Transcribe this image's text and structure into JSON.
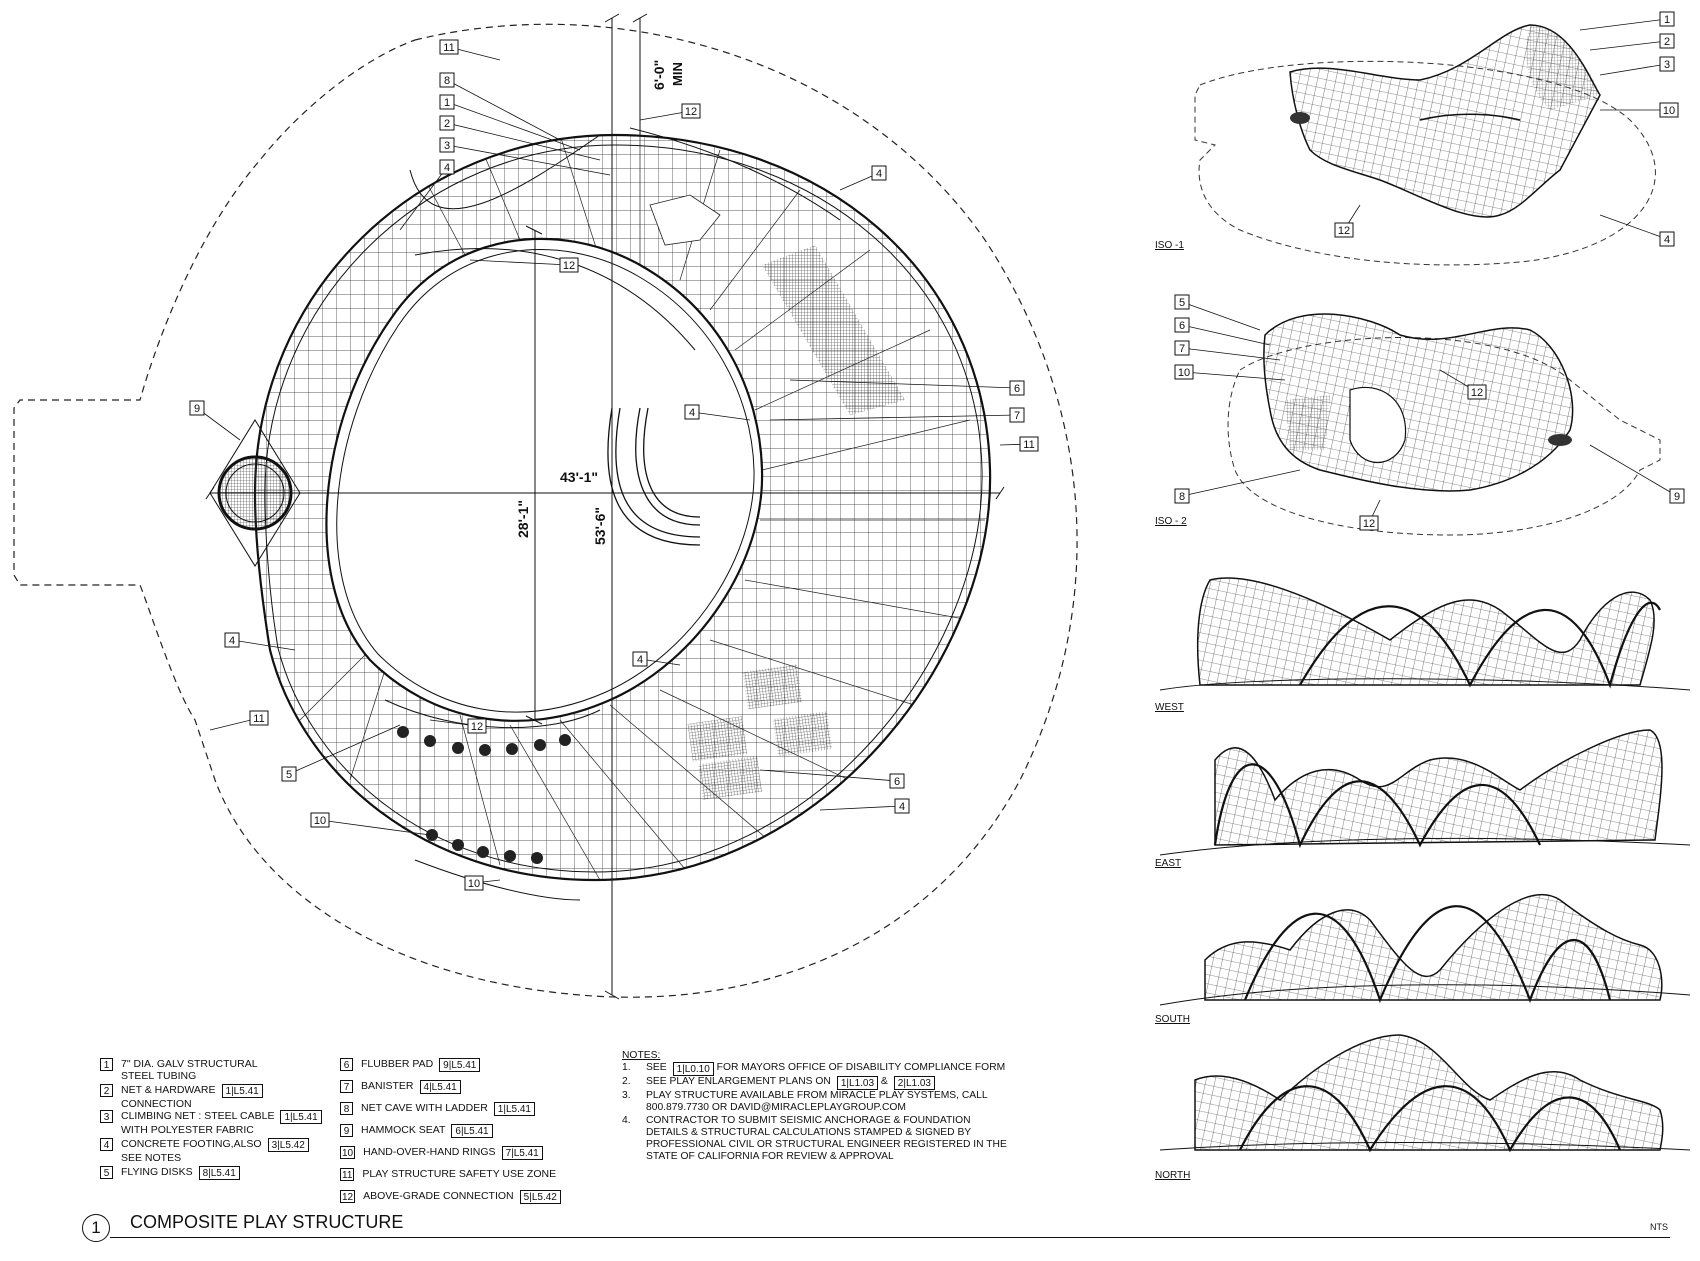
{
  "sheet": {
    "title_number": "1",
    "title": "COMPOSITE PLAY STRUCTURE",
    "scale": "NTS"
  },
  "plan": {
    "dimensions": {
      "top_clearance": "6'-0\"",
      "top_clearance_sub": "MIN",
      "width": "43'-1\"",
      "inner": "28'-1\"",
      "overall": "53'-6\""
    },
    "callouts": [
      "11",
      "8",
      "1",
      "2",
      "3",
      "4",
      "12",
      "4",
      "12",
      "9",
      "4",
      "6",
      "7",
      "11",
      "4",
      "4",
      "11",
      "12",
      "5",
      "6",
      "4",
      "10",
      "10"
    ]
  },
  "views": [
    {
      "label": "ISO -1",
      "callouts": [
        "1",
        "2",
        "3",
        "10",
        "12",
        "4"
      ]
    },
    {
      "label": "ISO - 2",
      "callouts": [
        "5",
        "6",
        "7",
        "10",
        "12",
        "8",
        "12",
        "9"
      ]
    },
    {
      "label": "WEST"
    },
    {
      "label": "EAST"
    },
    {
      "label": "SOUTH"
    },
    {
      "label": "NORTH"
    }
  ],
  "legend": [
    {
      "n": "1",
      "text": "7\" DIA. GALV STRUCTURAL",
      "text2": "STEEL TUBING",
      "ref": ""
    },
    {
      "n": "2",
      "text": "NET & HARDWARE",
      "text2": "CONNECTION",
      "ref": "1|L5.41"
    },
    {
      "n": "3",
      "text": "CLIMBING NET : STEEL CABLE",
      "text2": "WITH POLYESTER FABRIC",
      "ref": "1|L5.41"
    },
    {
      "n": "4",
      "text": "CONCRETE FOOTING,ALSO",
      "text2": "SEE NOTES",
      "ref": "3|L5.42"
    },
    {
      "n": "5",
      "text": "FLYING DISKS",
      "text2": "",
      "ref": "8|L5.41"
    },
    {
      "n": "6",
      "text": "FLUBBER PAD",
      "text2": "",
      "ref": "9|L5.41"
    },
    {
      "n": "7",
      "text": "BANISTER",
      "text2": "",
      "ref": "4|L5.41"
    },
    {
      "n": "8",
      "text": "NET CAVE WITH LADDER",
      "text2": "",
      "ref": "1|L5.41"
    },
    {
      "n": "9",
      "text": "HAMMOCK SEAT",
      "text2": "",
      "ref": "6|L5.41"
    },
    {
      "n": "10",
      "text": "HAND-OVER-HAND RINGS",
      "text2": "",
      "ref": "7|L5.41"
    },
    {
      "n": "11",
      "text": "PLAY STRUCTURE SAFETY USE ZONE",
      "text2": "",
      "ref": ""
    },
    {
      "n": "12",
      "text": "ABOVE-GRADE CONNECTION",
      "text2": "",
      "ref": "5|L5.42"
    }
  ],
  "notes": {
    "heading": "NOTES:",
    "n1": {
      "num": "1.",
      "a": "SEE",
      "ref1": "1|L0.10",
      "b": "FOR MAYORS OFFICE OF DISABILITY COMPLIANCE FORM"
    },
    "n2": {
      "num": "2.",
      "a": "SEE PLAY ENLARGEMENT PLANS ON",
      "ref1": "1|L1.03",
      "b": "&",
      "ref2": "2|L1.03"
    },
    "n3": {
      "num": "3.",
      "l1": "PLAY STRUCTURE AVAILABLE FROM  MIRACLE PLAY SYSTEMS,  CALL",
      "l2": "800.879.7730 OR DAVID@MIRACLEPLAYGROUP.COM"
    },
    "n4": {
      "num": "4.",
      "l1": "CONTRACTOR TO SUBMIT SEISMIC ANCHORAGE & FOUNDATION",
      "l2": "DETAILS & STRUCTURAL CALCULATIONS STAMPED & SIGNED BY",
      "l3": "PROFESSIONAL CIVIL OR STRUCTURAL ENGINEER REGISTERED IN THE",
      "l4": "STATE OF CALIFORNIA FOR REVIEW & APPROVAL"
    }
  }
}
